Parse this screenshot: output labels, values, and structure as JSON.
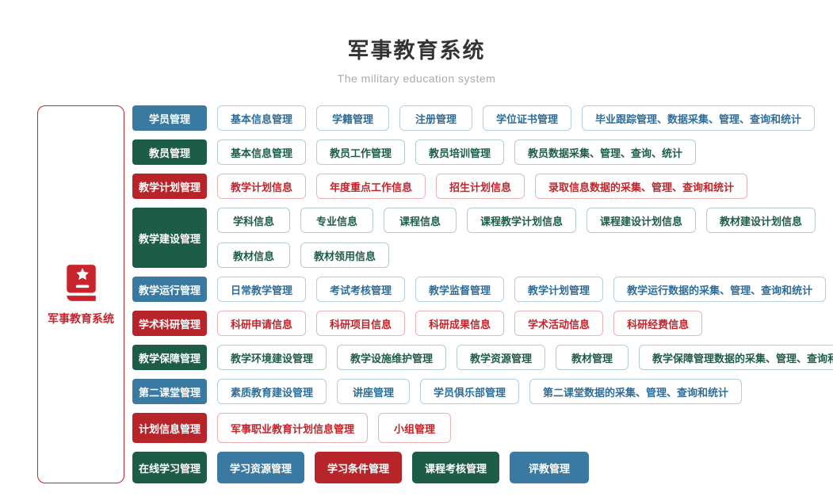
{
  "header": {
    "title": "军事教育系统",
    "subtitle": "The military education system"
  },
  "root": {
    "label": "军事教育系统",
    "icon": "book-star-icon"
  },
  "colors": {
    "blue": "#3a7aa2",
    "green": "#1d5c46",
    "red": "#b7242a",
    "blue_border": "#b3cfe0",
    "blue_text": "#2f6e98",
    "green_border": "#b5cec5",
    "green_text": "#1f5d48",
    "red_border": "#eab3b6",
    "red_text": "#c0252c",
    "sidebar_red": "#c9232b",
    "title_text": "#333333",
    "subtitle_text": "#aaaaaa"
  },
  "rows": [
    {
      "category": {
        "label": "学员管理",
        "color": "blue"
      },
      "lines": [
        [
          {
            "label": "基本信息管理",
            "color": "blue",
            "variant": "outline"
          },
          {
            "label": "学籍管理",
            "color": "blue",
            "variant": "outline"
          },
          {
            "label": "注册管理",
            "color": "blue",
            "variant": "outline"
          },
          {
            "label": "学位证书管理",
            "color": "blue",
            "variant": "outline"
          },
          {
            "label": "毕业跟踪管理、数据采集、管理、查询和统计",
            "color": "blue",
            "variant": "outline"
          }
        ]
      ]
    },
    {
      "category": {
        "label": "教员管理",
        "color": "green"
      },
      "lines": [
        [
          {
            "label": "基本信息管理",
            "color": "green",
            "variant": "outline"
          },
          {
            "label": "教员工作管理",
            "color": "green",
            "variant": "outline"
          },
          {
            "label": "教员培训管理",
            "color": "green",
            "variant": "outline"
          },
          {
            "label": "教员数据采集、管理、查询、统计",
            "color": "green",
            "variant": "outline"
          }
        ]
      ]
    },
    {
      "category": {
        "label": "教学计划管理",
        "color": "red"
      },
      "lines": [
        [
          {
            "label": "教学计划信息",
            "color": "red",
            "variant": "outline"
          },
          {
            "label": "年度重点工作信息",
            "color": "red",
            "variant": "outline"
          },
          {
            "label": "招生计划信息",
            "color": "red",
            "variant": "outline"
          },
          {
            "label": "录取信息数据的采集、管理、查询和统计",
            "color": "red",
            "variant": "outline"
          }
        ]
      ]
    },
    {
      "category": {
        "label": "教学建设管理",
        "color": "green"
      },
      "lines": [
        [
          {
            "label": "学科信息",
            "color": "green",
            "variant": "outline"
          },
          {
            "label": "专业信息",
            "color": "green",
            "variant": "outline"
          },
          {
            "label": "课程信息",
            "color": "green",
            "variant": "outline"
          },
          {
            "label": "课程教学计划信息",
            "color": "green",
            "variant": "outline"
          },
          {
            "label": "课程建设计划信息",
            "color": "green",
            "variant": "outline"
          },
          {
            "label": "教材建设计划信息",
            "color": "green",
            "variant": "outline"
          }
        ],
        [
          {
            "label": "教材信息",
            "color": "green",
            "variant": "outline"
          },
          {
            "label": "教材领用信息",
            "color": "green",
            "variant": "outline"
          }
        ]
      ]
    },
    {
      "category": {
        "label": "教学运行管理",
        "color": "blue"
      },
      "lines": [
        [
          {
            "label": "日常教学管理",
            "color": "blue",
            "variant": "outline"
          },
          {
            "label": "考试考核管理",
            "color": "blue",
            "variant": "outline"
          },
          {
            "label": "教学监督管理",
            "color": "blue",
            "variant": "outline"
          },
          {
            "label": "教学计划管理",
            "color": "blue",
            "variant": "outline"
          },
          {
            "label": "教学运行数据的采集、管理、查询和统计",
            "color": "blue",
            "variant": "outline"
          }
        ]
      ]
    },
    {
      "category": {
        "label": "学术科研管理",
        "color": "red"
      },
      "lines": [
        [
          {
            "label": "科研申请信息",
            "color": "red",
            "variant": "outline"
          },
          {
            "label": "科研项目信息",
            "color": "red",
            "variant": "outline"
          },
          {
            "label": "科研成果信息",
            "color": "red",
            "variant": "outline"
          },
          {
            "label": "学术活动信息",
            "color": "red",
            "variant": "outline"
          },
          {
            "label": "科研经费信息",
            "color": "red",
            "variant": "outline"
          }
        ]
      ]
    },
    {
      "category": {
        "label": "教学保障管理",
        "color": "green"
      },
      "lines": [
        [
          {
            "label": "教学环境建设管理",
            "color": "green",
            "variant": "outline"
          },
          {
            "label": "教学设施维护管理",
            "color": "green",
            "variant": "outline"
          },
          {
            "label": "教学资源管理",
            "color": "green",
            "variant": "outline"
          },
          {
            "label": "教材管理",
            "color": "green",
            "variant": "outline"
          },
          {
            "label": "教学保障管理数据的采集、管理、查询和统计",
            "color": "green",
            "variant": "outline"
          }
        ]
      ]
    },
    {
      "category": {
        "label": "第二课堂管理",
        "color": "blue"
      },
      "lines": [
        [
          {
            "label": "素质教育建设管理",
            "color": "blue",
            "variant": "outline"
          },
          {
            "label": "讲座管理",
            "color": "blue",
            "variant": "outline"
          },
          {
            "label": "学员俱乐部管理",
            "color": "blue",
            "variant": "outline"
          },
          {
            "label": "第二课堂数据的采集、管理、查询和统计",
            "color": "blue",
            "variant": "outline"
          }
        ]
      ]
    },
    {
      "category": {
        "label": "计划信息管理",
        "color": "red"
      },
      "lines": [
        [
          {
            "label": "军事职业教育计划信息管理",
            "color": "red",
            "variant": "outline"
          },
          {
            "label": "小组管理",
            "color": "red",
            "variant": "outline"
          }
        ]
      ]
    },
    {
      "category": {
        "label": "在线学习管理",
        "color": "green"
      },
      "lines": [
        [
          {
            "label": "学习资源管理",
            "color": "blue",
            "variant": "solid"
          },
          {
            "label": "学习条件管理",
            "color": "red",
            "variant": "solid"
          },
          {
            "label": "课程考核管理",
            "color": "green",
            "variant": "solid"
          },
          {
            "label": "评教管理",
            "color": "blue",
            "variant": "solid"
          }
        ]
      ]
    }
  ]
}
